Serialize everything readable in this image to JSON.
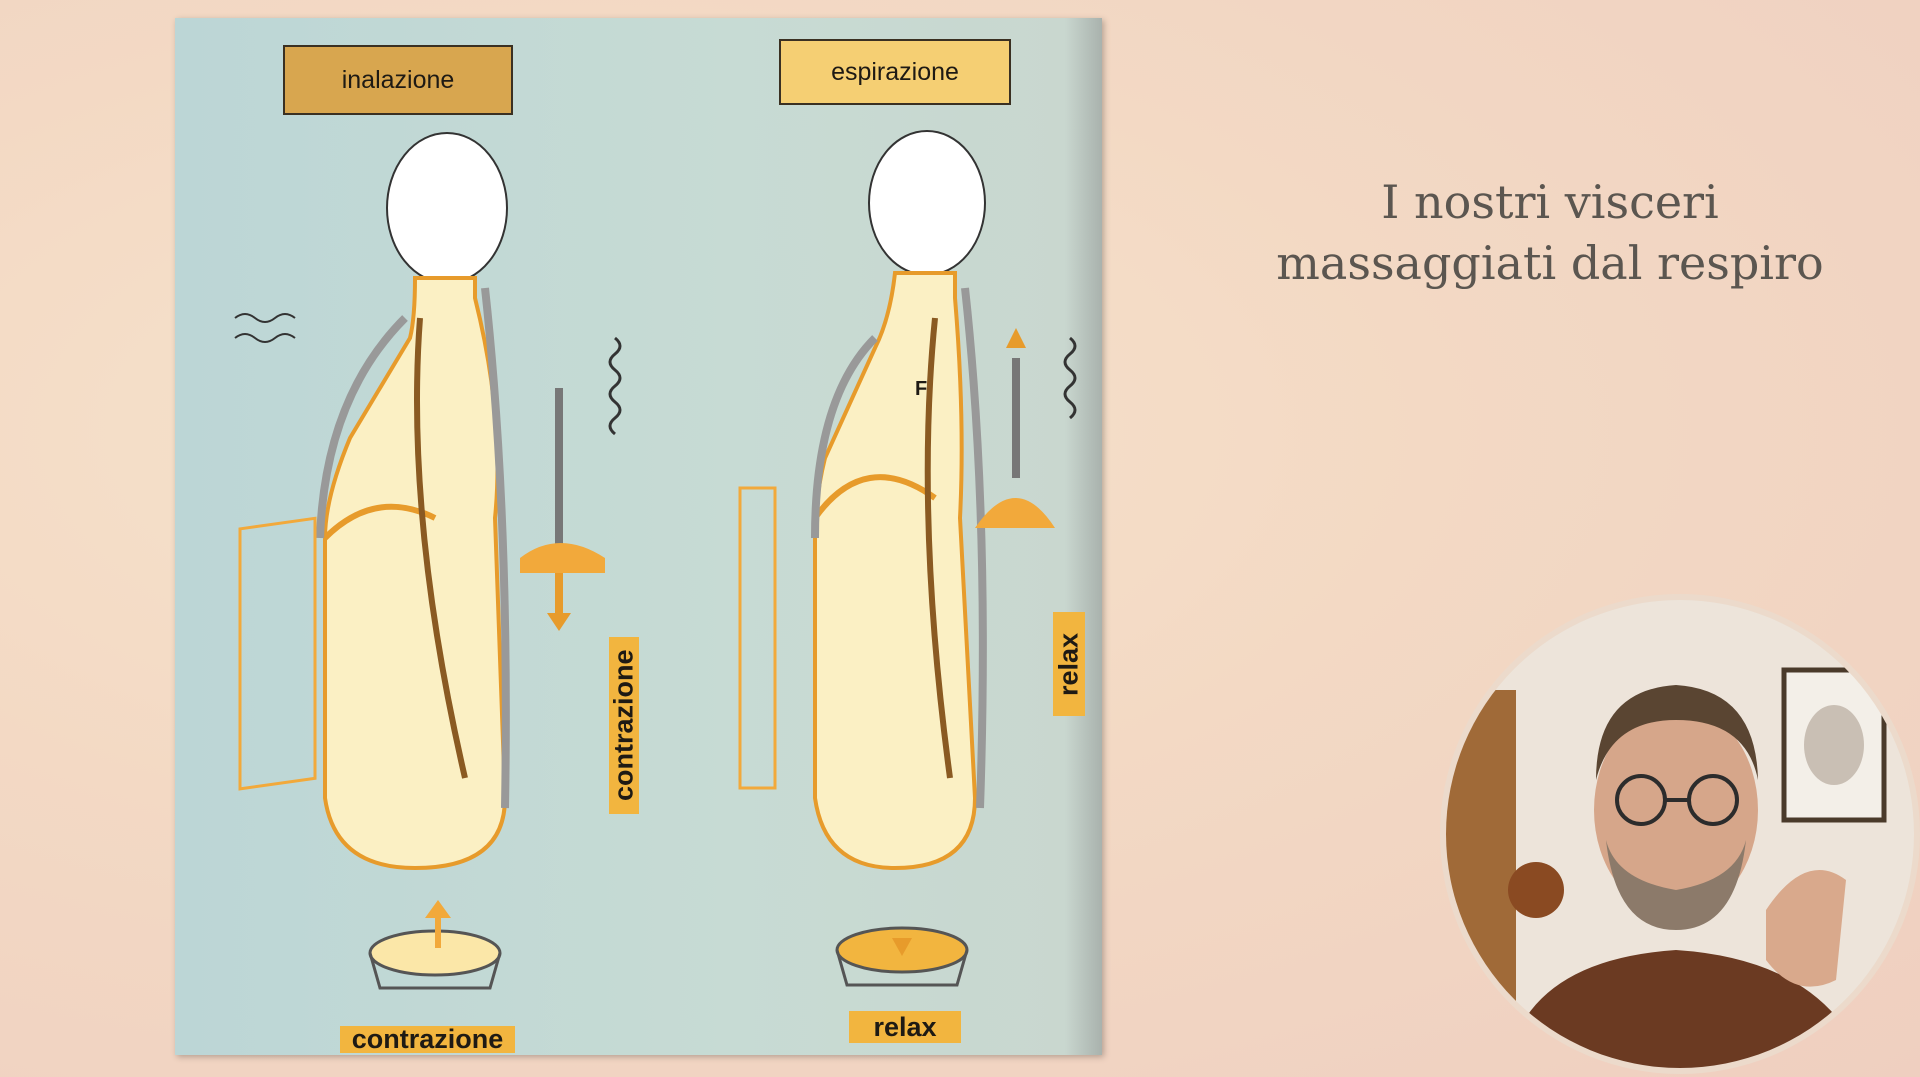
{
  "slide": {
    "title_line1": "I nostri visceri",
    "title_line2": "massaggiati dal respiro"
  },
  "diagram": {
    "inhale_label": "inalazione",
    "exhale_label": "espirazione",
    "inhale_side_label": "contrazione",
    "exhale_side_label": "relax",
    "inhale_bottom_label": "contrazione",
    "exhale_bottom_label": "relax",
    "force_marker": "F",
    "colors": {
      "orange": "#f2a93b",
      "pale_yellow": "#fbf0c4",
      "panel": "#c3d9d5"
    }
  },
  "webcam": {
    "icon": "presenter-video"
  }
}
